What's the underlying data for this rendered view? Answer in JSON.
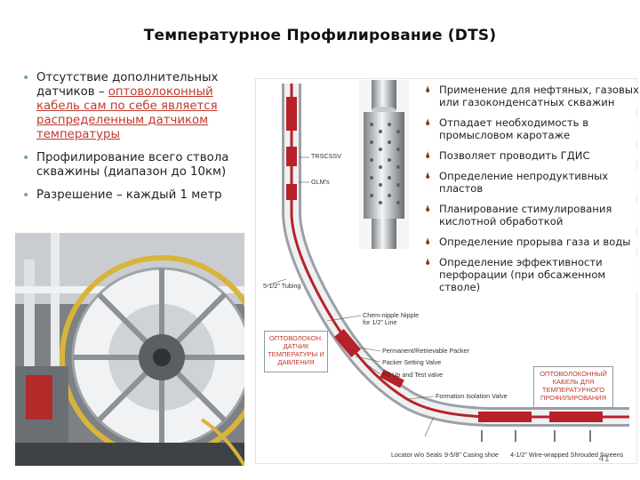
{
  "slide": {
    "title": "Температурное Профилирование (DTS)",
    "bullets": [
      {
        "text_before": "Отсутствие дополнительных датчиков – ",
        "link": "оптоволоконный кабель сам по себе является распределенным датчиком температуры"
      },
      {
        "text": "Профилирование всего ствола скважины (диапазон до 10км)"
      },
      {
        "text": "Разрешение – каждый 1 метр"
      }
    ],
    "right_bullets": [
      "Применение для нефтяных, газовых или газоконденсатных скважин",
      "Отпадает необходимость в промысловом каротаже",
      "Позволяет проводить ГДИС",
      "Определение непродуктивных пластов",
      "Планирование стимулирования кислотной обработкой",
      "Определение прорыва газа и воды",
      "Определение эффективности перфорации (при обсаженном стволе)"
    ],
    "diagram": {
      "labels": {
        "trsc": "TRSCSSV",
        "glm": "GLM's",
        "tubing": "5-1/2\" Tubing",
        "chem_nipple": "Chem-nipple Nipple\nfor 1/2\" Line",
        "packer": "Permanent/Retrievable Packer",
        "packer_valve": "Packer Setting Valve",
        "fill_up": "Fill Up and Test valve",
        "formation_valve": "Formation Isolation Valve",
        "locator": "Locator w/o Seals",
        "casing_shoe": "9-5/8\" Casing shoe",
        "screens": "4-1/2\" Wire-wrapped Shrouded Screens"
      },
      "box_left": "ОПТОВОЛОКОН.\nДАТЧИК\nТЕМПЕРАТУРЫ И\nДАВЛЕНИЯ",
      "box_right": "ОПТОВОЛОКОННЫЙ\nКАБЕЛЬ ДЛЯ\nТЕМПЕРАТУРНОГО\nПРОФИЛИРОВАНИЯ"
    },
    "page_number": "41",
    "colors": {
      "accent_bullet": "#6fa2a5",
      "link": "#c0392b",
      "right_symbol": "#7a3e1c"
    },
    "icons": {
      "right_bullet_symbol": "🌢",
      "bullet": "•"
    }
  }
}
